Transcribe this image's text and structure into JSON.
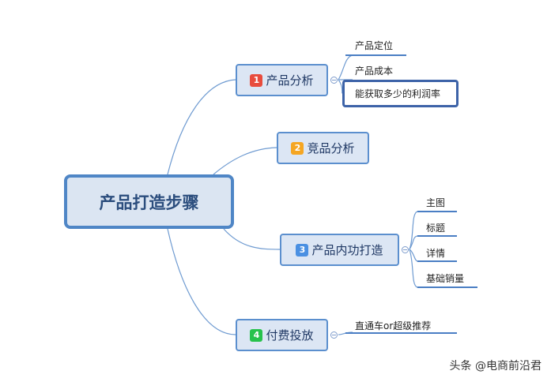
{
  "root": {
    "label": "产品打造步骤"
  },
  "branches": [
    {
      "num": "1",
      "num_color": "#e84c3d",
      "label": "产品分析",
      "children": [
        "产品定位",
        "产品成本",
        "能获取多少的利润率"
      ]
    },
    {
      "num": "2",
      "num_color": "#f5a623",
      "label": "竞品分析",
      "children": []
    },
    {
      "num": "3",
      "num_color": "#4a90e2",
      "label": "产品内功打造",
      "children": [
        "主图",
        "标题",
        "详情",
        "基础销量"
      ]
    },
    {
      "num": "4",
      "num_color": "#27c24c",
      "label": "付费投放",
      "children": [
        "直通车or超级推荐"
      ]
    }
  ],
  "watermark": "头条 @电商前沿君",
  "colors": {
    "line": "#6f9bd1",
    "node_fill": "#dce6f4",
    "node_border": "#5b8fce"
  }
}
